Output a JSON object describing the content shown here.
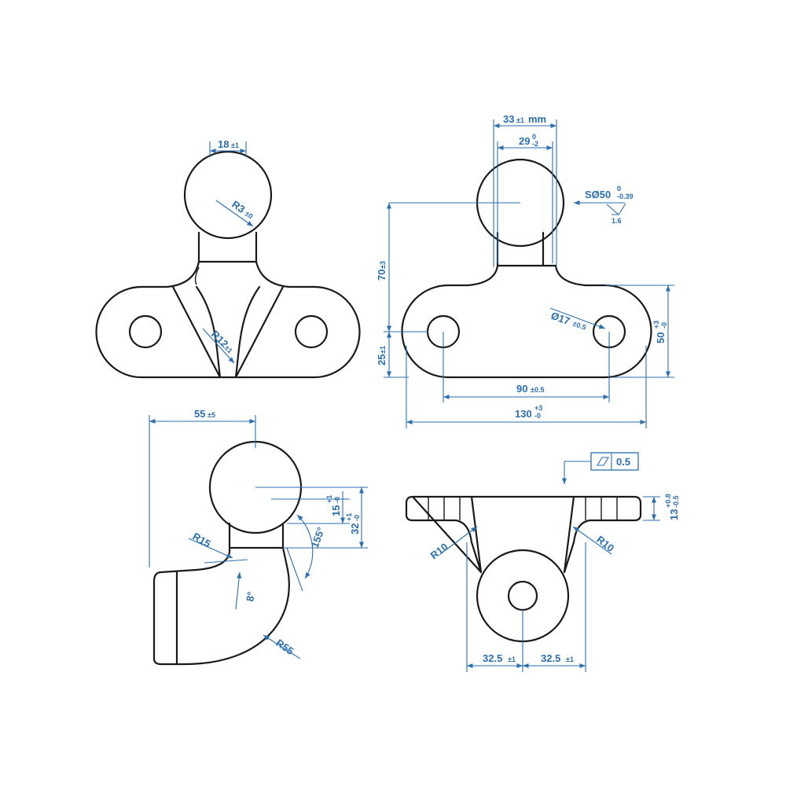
{
  "colors": {
    "line": "#1a1a1a",
    "dimension": "#2a6fb0",
    "background": "#ffffff"
  },
  "front_view": {
    "ball_width": {
      "value": "18",
      "tol": "±1"
    },
    "ball_radius": {
      "value": "R3",
      "tol": "±0"
    },
    "neck_radius": {
      "value": "R12",
      "tol": "±1"
    }
  },
  "side_view": {
    "ball_width": {
      "value": "33",
      "tol": "±1",
      "unit": "mm"
    },
    "neck_width": {
      "value": "29",
      "tol_upper": "0",
      "tol_lower": "-2"
    },
    "sphere": {
      "value": "SØ50",
      "tol_upper": "0",
      "tol_lower": "-0.39"
    },
    "roughness": "1.6",
    "height": {
      "value": "70",
      "tol": "±3"
    },
    "base_height": {
      "value": "25",
      "tol": "±1"
    },
    "hole": {
      "value": "Ø17",
      "tol": "±0.5"
    },
    "plate_height": {
      "value": "50",
      "tol_upper": "+3",
      "tol_lower": "-0"
    },
    "hole_spacing": {
      "value": "90",
      "tol": "±0.5"
    },
    "plate_length": {
      "value": "130",
      "tol_upper": "+3",
      "tol_lower": "-0"
    }
  },
  "profile_view": {
    "offset": {
      "value": "55",
      "tol": "±5"
    },
    "neck_height": {
      "value": "15",
      "tol_upper": "+1",
      "tol_lower": "-0"
    },
    "ball_height": {
      "value": "32",
      "tol_upper": "+1",
      "tol_lower": "-0"
    },
    "angle": "155°",
    "fillet_small": "R15",
    "tilt": "8°",
    "bend_radius": "R55"
  },
  "bottom_view": {
    "flatness_value": "0.5",
    "flange_thickness": {
      "value": "13",
      "tol_upper": "+0.8",
      "tol_lower": "-0.5"
    },
    "fillet_left": "R10",
    "fillet_right": "R10",
    "left_offset": {
      "value": "32.5",
      "tol": "±1"
    },
    "right_offset": {
      "value": "32.5",
      "tol": "±1"
    }
  }
}
